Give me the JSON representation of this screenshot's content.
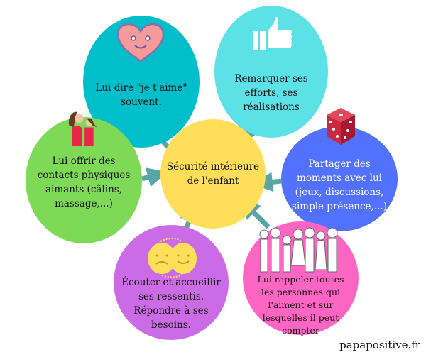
{
  "center": {
    "label": "Sécurité intérieure de l'enfant",
    "color": "#ffde59"
  },
  "bubbles": [
    {
      "label": "Lui dire \"je t'aime\" souvent.",
      "color": "#00bfca",
      "icon": "smiling-heart-icon"
    },
    {
      "label": "Remarquer ses efforts, ses réalisations",
      "color": "#5ce1e6",
      "icon": "thumbs-up-icon"
    },
    {
      "label": "Partager des moments avec lui (jeux, discussions, simple présence,...)",
      "color": "#5271ff",
      "icon": "dice-icon"
    },
    {
      "label": "Lui rappeler toutes les personnes qui l'aiment et sur lesquelles il peut compter",
      "color": "#ff66c4",
      "icon": "family-group-icon"
    },
    {
      "label": "Écouter et accueillir ses ressentis. Répondre à ses besoins.",
      "color": "#cb6ce6",
      "icon": "sad-happy-faces-icon"
    },
    {
      "label": "Lui offrir des contacts physiques aimants (câlins, massage,...)",
      "color": "#7ed957",
      "icon": "mother-child-hug-icon"
    }
  ],
  "arrow_color": "#58a6a6",
  "credit": "papapositive.fr"
}
